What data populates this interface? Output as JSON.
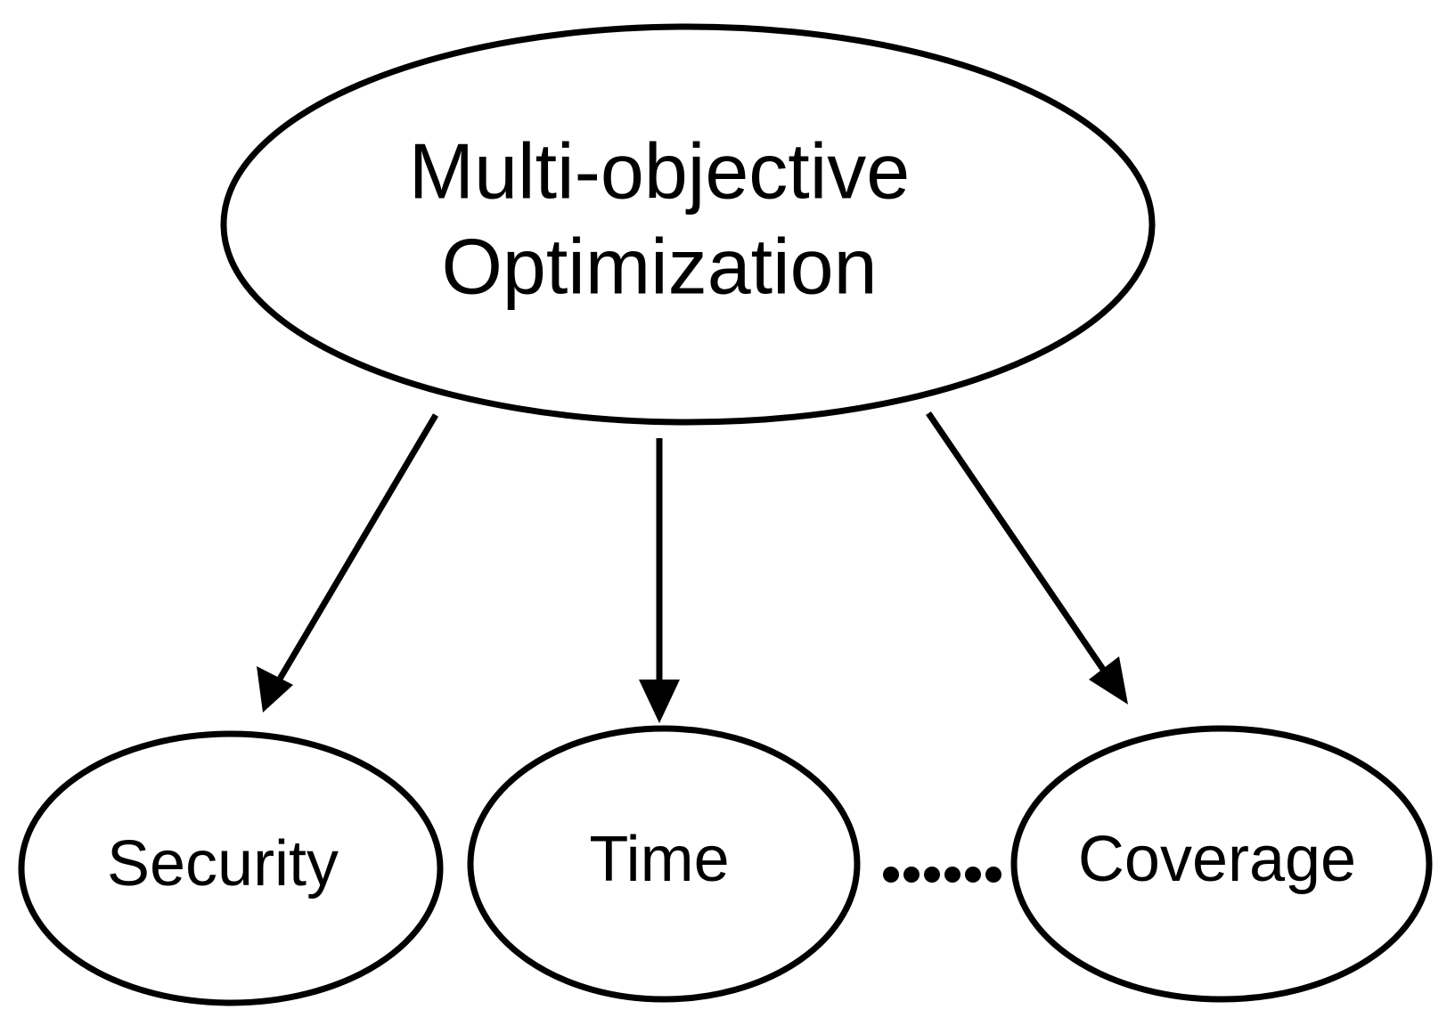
{
  "diagram": {
    "title": "Multi-objective Optimization decomposition",
    "background_color": "#ffffff",
    "stroke_color": "#000000",
    "text_color": "#000000",
    "root": {
      "id": "multi-objective-optimization",
      "label_line1": "Multi-objective",
      "label_line2": "Optimization",
      "shape": "ellipse"
    },
    "leaves": [
      {
        "id": "security",
        "label": "Security",
        "shape": "ellipse"
      },
      {
        "id": "time",
        "label": "Time",
        "shape": "ellipse"
      },
      {
        "id": "coverage",
        "label": "Coverage",
        "shape": "ellipse"
      }
    ],
    "continuation": {
      "id": "ellipsis",
      "label": "……",
      "dot_count": 6,
      "meaning": "more objectives"
    },
    "edges": [
      {
        "id": "edge-root-security",
        "from": "multi-objective-optimization",
        "to": "security",
        "style": "solid-arrow"
      },
      {
        "id": "edge-root-time",
        "from": "multi-objective-optimization",
        "to": "time",
        "style": "solid-arrow"
      },
      {
        "id": "edge-root-coverage",
        "from": "multi-objective-optimization",
        "to": "coverage",
        "style": "solid-arrow"
      }
    ]
  }
}
